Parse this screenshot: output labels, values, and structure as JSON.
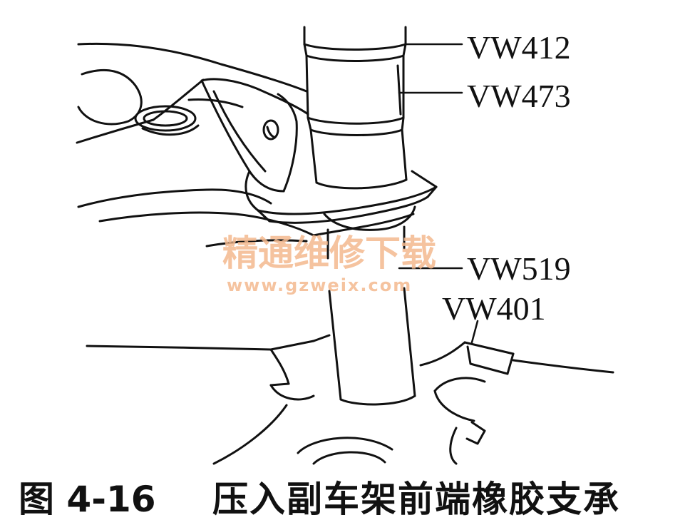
{
  "labels": {
    "vw412": "VW412",
    "vw473": "VW473",
    "vw519": "VW519",
    "vw401": "VW401"
  },
  "watermark": {
    "chinese": "精通维修下载",
    "url": "www.gzweix.com"
  },
  "caption": {
    "prefix": "图 4-16",
    "title": "压入副车架前端橡胶支承"
  },
  "colors": {
    "line": "#111111",
    "watermark": "#f4b98f"
  }
}
